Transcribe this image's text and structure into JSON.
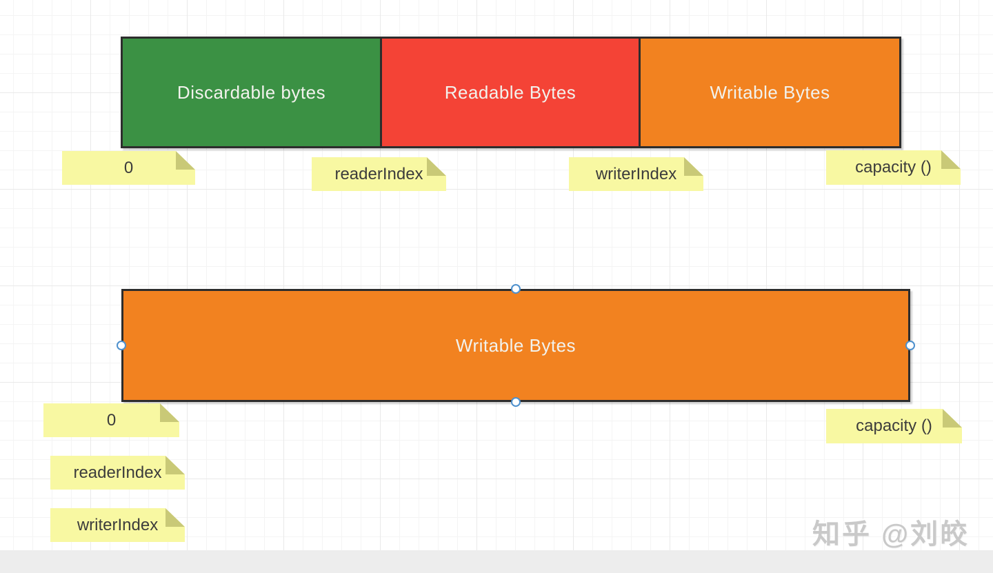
{
  "colors": {
    "green": "#3b9144",
    "red": "#f44336",
    "orange": "#f28220",
    "border_dark": "#2d2d2d",
    "note_bg": "#f8f8a2",
    "note_fold": "#c9c977",
    "note_text": "#3c3c3c",
    "box_label_text": "#f2f2ed",
    "handle_blue": "#4d90cd",
    "grid_minor": "#f4f4f4",
    "grid_major": "#e9e9e9",
    "bottom_bar": "#ededed",
    "watermark_gray": "#c9c9c9"
  },
  "top_diagram": {
    "segments": [
      {
        "label": "Discardable bytes"
      },
      {
        "label": "Readable Bytes"
      },
      {
        "label": "Writable Bytes"
      }
    ],
    "notes": {
      "zero": "0",
      "reader_index": "readerIndex",
      "writer_index": "writerIndex",
      "capacity": "capacity ()"
    }
  },
  "bottom_diagram": {
    "box_label": "Writable Bytes",
    "notes": {
      "zero": "0",
      "capacity": "capacity ()",
      "reader_index": "readerIndex",
      "writer_index": "writerIndex"
    }
  },
  "watermark": "知乎 @刘皎"
}
